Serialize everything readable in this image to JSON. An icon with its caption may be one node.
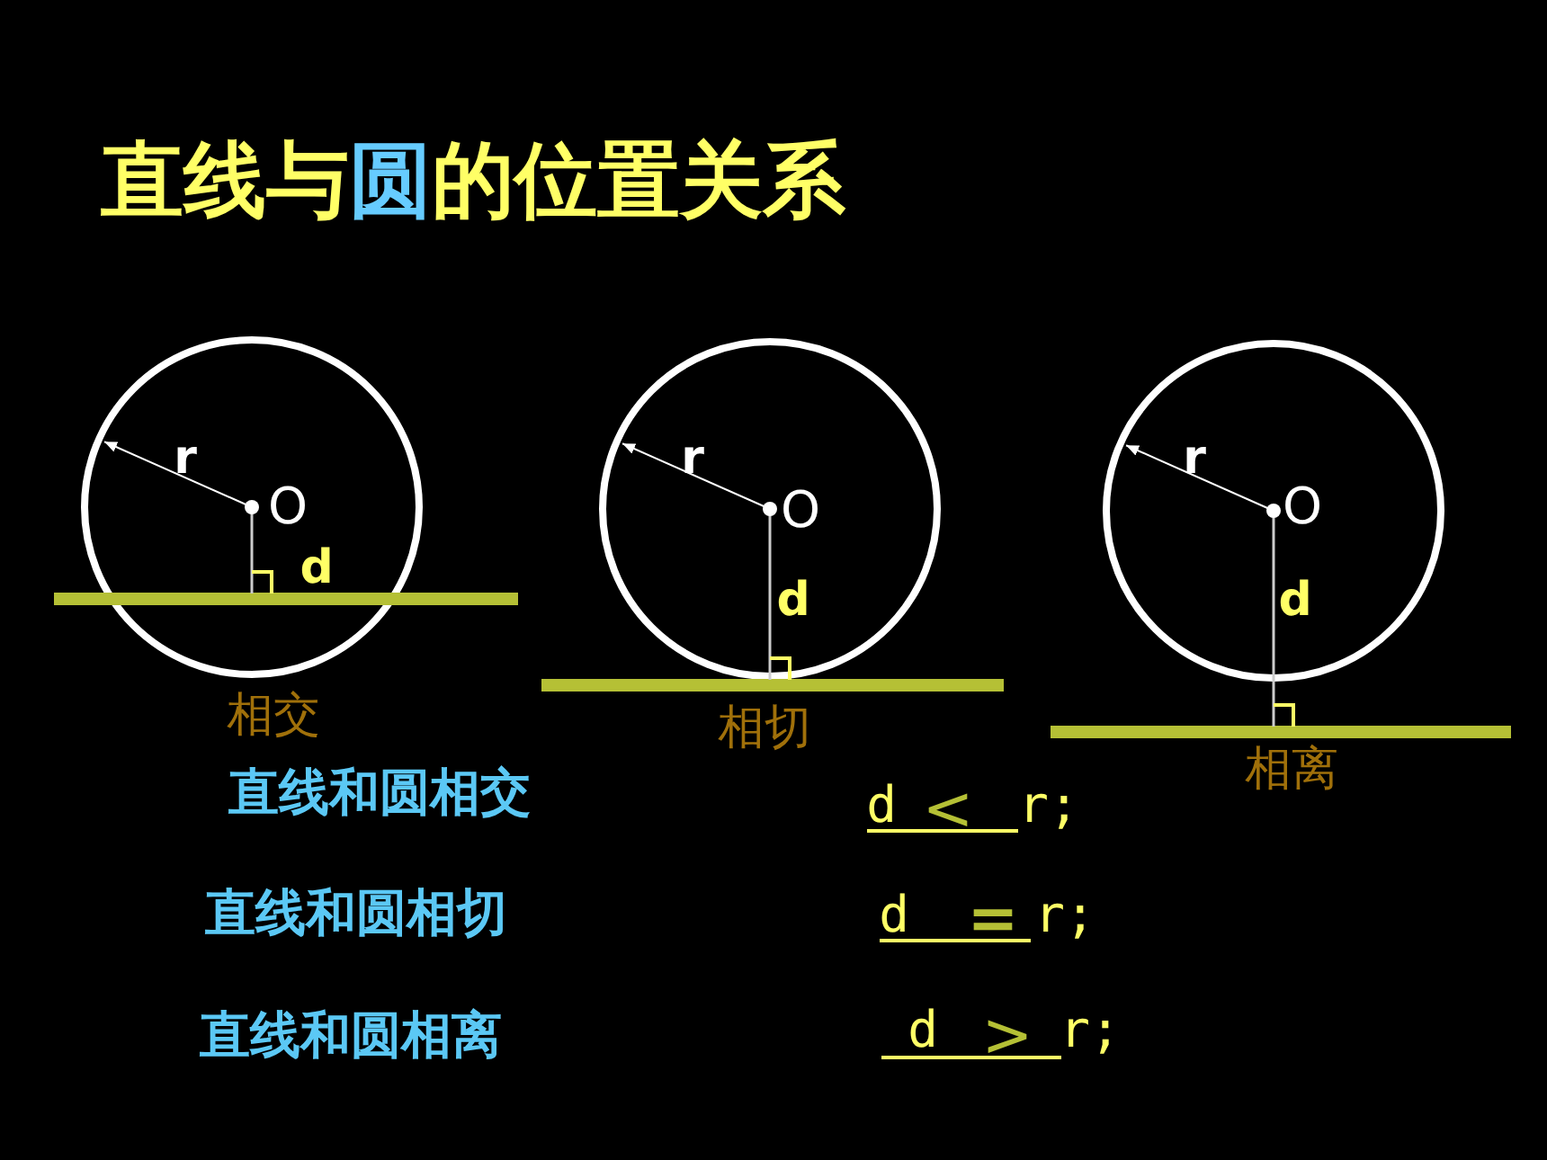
{
  "diagram": {
    "title": "直线与圆的位置关系",
    "labels": [
      "r",
      "O",
      "d",
      "r",
      "O",
      "d",
      "r",
      "O",
      "d",
      "相交",
      "相切",
      "相离",
      "直线和圆相交",
      "d",
      "<",
      "r;",
      "直线和圆相切",
      "d",
      "=",
      "r;",
      "直线和圆相离",
      "d",
      ">",
      "r;"
    ]
  }
}
